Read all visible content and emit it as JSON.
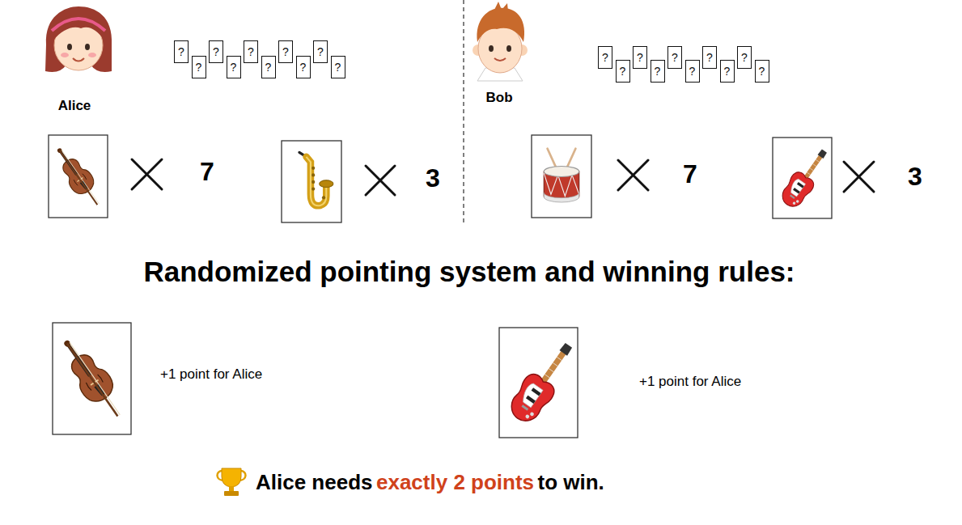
{
  "diagram": {
    "title": "Randomized pointing system and winning rules:",
    "nodes": [
      {
        "text": [
          "?"
        ]
      },
      {
        "text": [
          "?"
        ]
      },
      {
        "text": [
          "?"
        ]
      },
      {
        "text": [
          "?"
        ]
      },
      {
        "text": [
          "?"
        ]
      },
      {
        "text": [
          "?"
        ]
      },
      {
        "text": [
          "?"
        ]
      },
      {
        "text": [
          "?"
        ]
      },
      {
        "text": [
          "?"
        ]
      },
      {
        "text": [
          "?"
        ]
      },
      {
        "text": [
          "?"
        ]
      },
      {
        "text": [
          "?"
        ]
      },
      {
        "text": [
          "?"
        ]
      },
      {
        "text": [
          "?"
        ]
      },
      {
        "text": [
          "?"
        ]
      },
      {
        "text": [
          "?"
        ]
      },
      {
        "text": [
          "?"
        ]
      },
      {
        "text": [
          "?"
        ]
      },
      {
        "text": [
          "?"
        ]
      },
      {
        "text": [
          "?"
        ]
      }
    ],
    "labels": [
      "Alice",
      "Bob",
      "7",
      "3",
      "7",
      "3",
      "+1 point for Alice",
      "+1 point for Alice",
      "Alice needs",
      "exactly 2 points",
      "to win."
    ]
  }
}
